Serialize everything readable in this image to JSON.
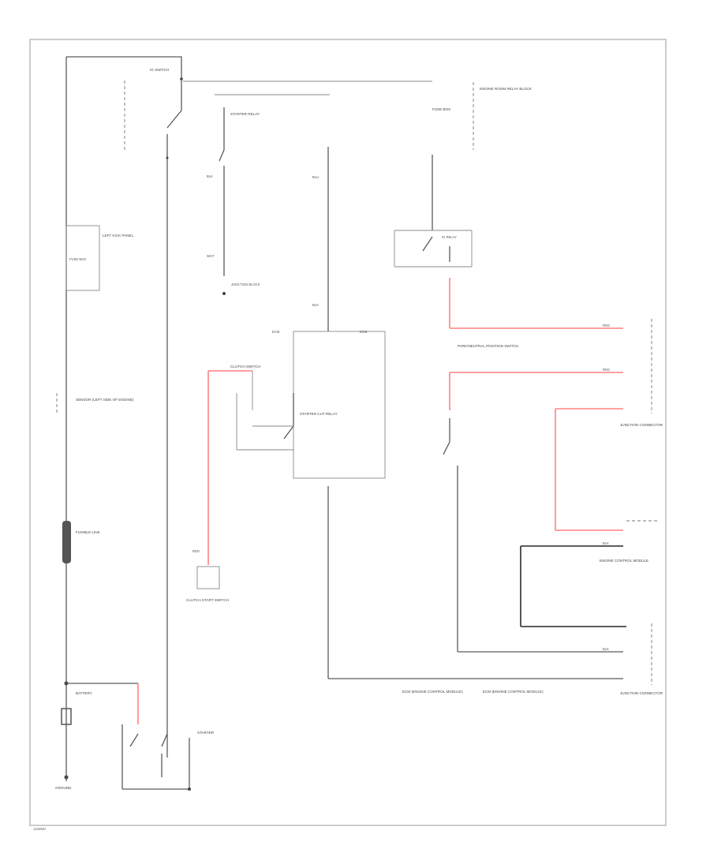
{
  "diagram": {
    "labels": {
      "ig_switch": "IG SWITCH",
      "starter_relay_top": "STARTER RELAY",
      "junction_top": "JUNCTION BLOCK",
      "wire_blk_1": "BLK",
      "wire_wht_1": "WHT",
      "wire_blu_1": "BLU",
      "wire_blk_2": "BLK",
      "fuse_block": "FUSE BOX",
      "engine_room_relay": "ENGINE ROOM RELAY BLOCK",
      "ig_relay_note": "IG RELAY",
      "left_kick": "LEFT KICK PANEL",
      "sensor_note": "SENSOR (LEFT SIDE OF ENGINE)",
      "fusible_link": "FUSIBLE LINK",
      "battery": "BATTERY",
      "ground": "GROUND",
      "starter": "STARTER",
      "clutch_switch": "CLUTCH SWITCH",
      "starter_cut_relay": "STARTER CUT RELAY",
      "pnp_switch": "PARK/NEUTRAL POSITION SWITCH",
      "ecm_top_left": "ECM",
      "ecm_top_right": "ECM",
      "ecm_bottom_left": "ECM (ENGINE CONTROL MODULE)",
      "ecm_bottom_right": "ECM (ENGINE CONTROL MODULE)",
      "junction_connector": "JUNCTION CONNECTOR",
      "junction_connector_2": "JUNCTION CONNECTOR",
      "engine_control": "ENGINE CONTROL MODULE",
      "wire_red": "RED",
      "wire_red_2": "RED",
      "wire_red_3": "RED",
      "wire_blk_3": "BLK",
      "wire_blk_4": "BLK",
      "clutch_start": "CLUTCH START SWITCH",
      "footer_code": "1234567"
    }
  }
}
